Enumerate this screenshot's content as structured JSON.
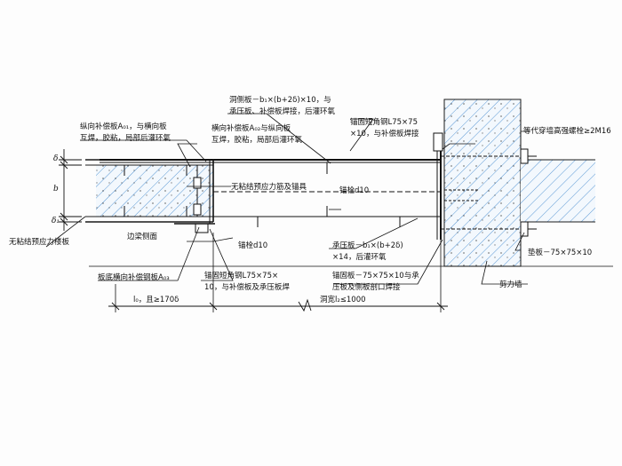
{
  "labels": {
    "hole_side_plate": "洞侧板－b₁×(b+2δ)×10，与",
    "hole_side_plate_2": "承压板、补偿板焊接，后灌环氧",
    "anchor_angle_right": "锚固短角钢L75×75",
    "anchor_angle_right_2": "×10，与补偿板焊接",
    "through_bolt": "等代穿墙高强螺栓≥2M16",
    "long_plate": "纵向补偿板A₀₁，与横向板",
    "long_plate_2": "互焊，胶粘，局部后灌环氧",
    "trans_plate": "横向补偿板A₀₂与纵向板",
    "trans_plate_2": "互焊，胶粘，局部后灌环氧",
    "unbonded_tendon": "无粘结预应力筋及锚具",
    "anchor_bolt_mid": "锚栓d10",
    "anchor_bolt_low": "锚栓d10",
    "slab_label": "无粘结预应力楼板",
    "beam_side": "边梁侧面",
    "bearing_plate": "承压板－b₁×(b+2δ)",
    "bearing_plate_2": "×14，后灌环氧",
    "washer": "垫板－75×75×10",
    "bottom_plate": "板底横向补偿钢板A₀₃",
    "anchor_angle_bottom": "锚固短角钢L75×75×",
    "anchor_angle_bottom_2": "10，与补偿板及承压板焊",
    "anchor_plate": "锚固板－75×75×10与承",
    "anchor_plate_2": "压板及侧板剖口焊接",
    "shear_wall": "剪力墙",
    "dim_left": "l₀，且≥170δ",
    "dim_right": "洞宽l₂≤1000",
    "sym_b": "b",
    "sym_delta_top": "δ",
    "sym_delta_bot": "δ₁"
  }
}
